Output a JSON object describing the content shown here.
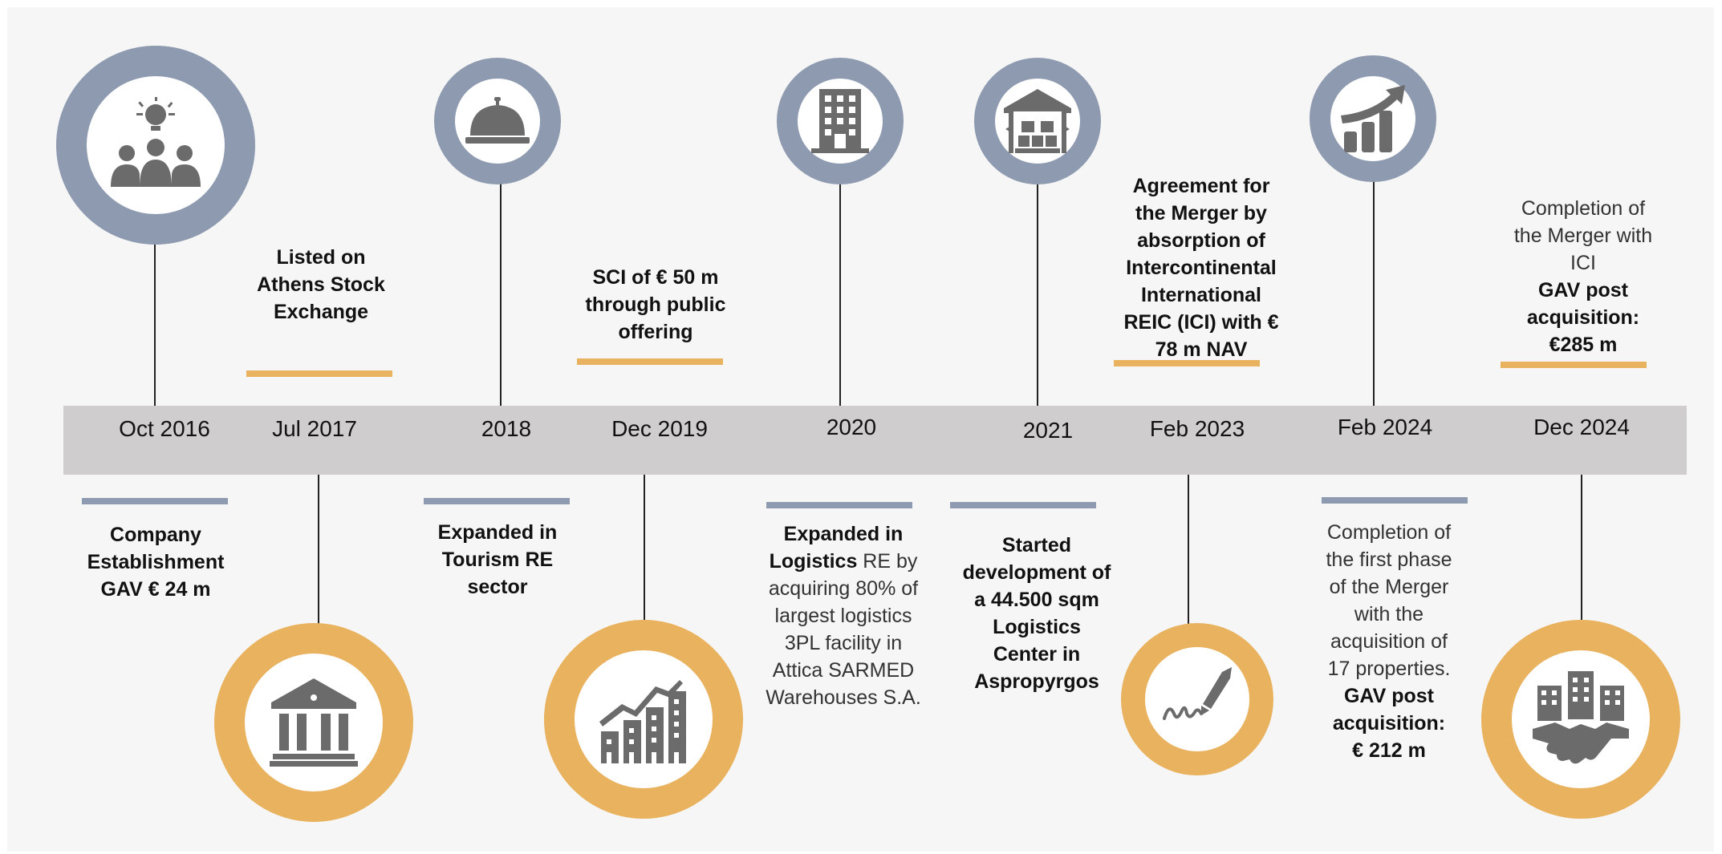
{
  "dates": [
    "Oct 2016",
    "Jul 2017",
    "2018",
    "Dec 2019",
    "2020",
    "2021",
    "Feb 2023",
    "Feb 2024",
    "Dec 2024"
  ],
  "events": {
    "oct2016": [
      "Company",
      "Establishment",
      "GAV € 24 m"
    ],
    "jul2017": [
      "Listed on",
      "Athens Stock",
      "Exchange"
    ],
    "y2018": [
      "Expanded in",
      "Tourism RE",
      "sector"
    ],
    "dec2019": [
      "SCI of € 50 m",
      "through public",
      "offering"
    ],
    "y2020": {
      "lead_bold": "Expanded in",
      "lead_bold2": "Logistics",
      "lead_rest": " RE by",
      "rest": [
        "acquiring 80% of",
        "largest logistics",
        "3PL facility in",
        "Attica SARMED",
        "Warehouses S.A."
      ]
    },
    "y2021": [
      "Started",
      "development of",
      "a 44.500 sqm",
      "Logistics",
      "Center in",
      "Aspropyrgos"
    ],
    "feb2023": [
      "Agreement for",
      "the Merger by",
      "absorption of",
      "Intercontinental",
      "International",
      "REIC (ICI) with €",
      "78 m NAV"
    ],
    "feb2024": {
      "normal": [
        "Completion of",
        "the first phase",
        "of the Merger",
        "with the",
        "acquisition of",
        "17 properties."
      ],
      "bold": [
        "GAV post",
        "acquisition:",
        "€ 212 m"
      ]
    },
    "dec2024": {
      "normal": [
        "Completion of",
        "the Merger with",
        "ICI"
      ],
      "bold": [
        "GAV post",
        "acquisition:",
        "€285 m"
      ]
    }
  },
  "icons": [
    "idea-team-icon",
    "bank-building-icon",
    "service-bell-icon",
    "growth-chart-icon",
    "office-building-icon",
    "warehouse-icon",
    "signature-pen-icon",
    "trend-arrow-chart-icon",
    "handshake-buildings-icon"
  ],
  "colors": {
    "blue": "#8d9ab0",
    "gold": "#e9b25f",
    "band": "#cfcdce",
    "icon": "#6b6b6b"
  }
}
